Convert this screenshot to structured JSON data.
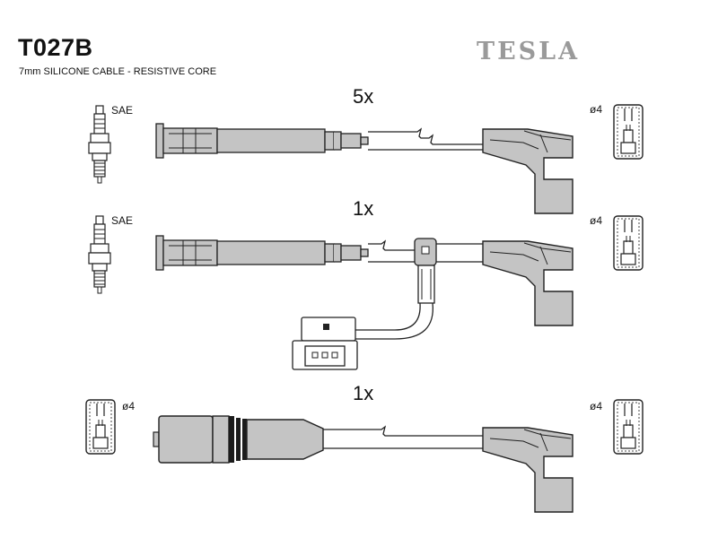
{
  "header": {
    "part_number": "T027B",
    "description": "7mm SILICONE CABLE - RESISTIVE CORE",
    "brand": "TESLA"
  },
  "rows": [
    {
      "quantity": "5x",
      "left_label": "SAE",
      "right_label": "ø4"
    },
    {
      "quantity": "1x",
      "left_label": "SAE",
      "right_label": "ø4"
    },
    {
      "quantity": "1x",
      "left_label": "ø4",
      "right_label": "ø4"
    }
  ],
  "colors": {
    "part_fill": "#c4c4c4",
    "dark_fill": "#1c1c1c",
    "stroke": "#222222",
    "brand_gray": "#9a9a9a"
  }
}
